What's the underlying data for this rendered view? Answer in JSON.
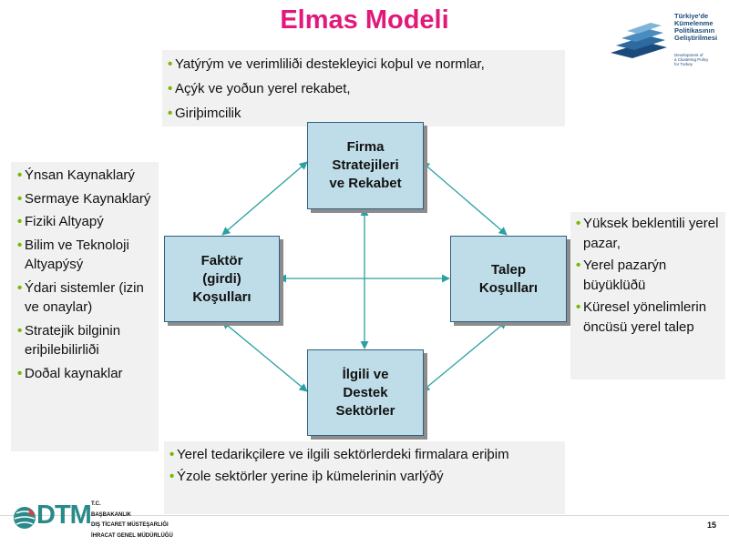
{
  "title": "Elmas Modeli",
  "logo": {
    "lines": [
      "Türkiye'de",
      "Kümelenme",
      "Politikasının",
      "Geliştirilmesi"
    ],
    "subtitle": [
      "Development of",
      "a Clustering Policy",
      "for Turkey"
    ]
  },
  "boxes": {
    "firma": "Firma\nStratejileri\nve Rekabet",
    "faktor": "Faktör\n(girdi)\nKoşulları",
    "talep": "Talep\nKoşulları",
    "ilgili": "İlgili ve\nDestek\nSektörler"
  },
  "panels": {
    "top": [
      "Yatýrým ve verimliliði destekleyici koþul ve normlar,",
      "Açýk ve yoðun yerel rekabet,",
      "Giriþimcilik"
    ],
    "left": [
      "Ýnsan Kaynaklarý",
      "Sermaye Kaynaklarý",
      "Fiziki Altyapý",
      "Bilim ve Teknoloji Altyapýsý",
      "Ýdari sistemler (izin ve onaylar)",
      "Stratejik bilginin eriþilebilirliði",
      "Doðal kaynaklar"
    ],
    "right": [
      "Yüksek beklentili yerel pazar,",
      "Yerel pazarýn büyüklüðü",
      "Küresel yönelimlerin öncüsü yerel talep"
    ],
    "bottom": [
      "Yerel tedarikçilere ve ilgili sektörlerdeki firmalara eriþim",
      "Ýzole sektörler yerine iþ kümelerinin varlýðý"
    ]
  },
  "footer": {
    "dtm_logo": "DTM",
    "ministry": [
      "T.C.",
      "BAŞBAKANLIK",
      "DIŞ TİCARET MÜSTEŞARLIĞI",
      "İHRACAT GENEL MÜDÜRLÜĞÜ"
    ],
    "page_number": "15"
  },
  "colors": {
    "title": "#e0197a",
    "box_fill": "#bfdde8",
    "arrow": "#2aa0a0",
    "bullet": "#7ab800",
    "panel": "#f1f1f1"
  }
}
